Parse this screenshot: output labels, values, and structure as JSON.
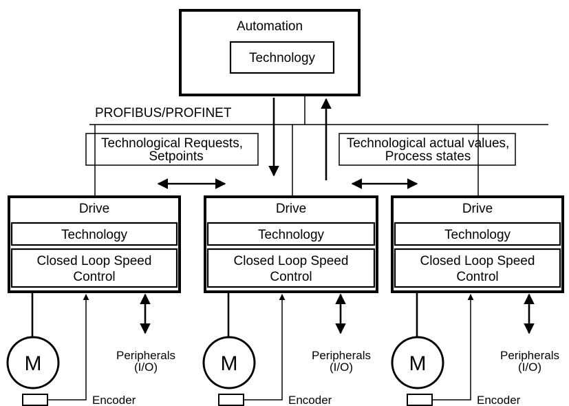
{
  "automation": {
    "title": "Automation",
    "technology": "Technology"
  },
  "bus": {
    "label": "PROFIBUS/PROFINET"
  },
  "requests": {
    "line1": "Technological Requests,",
    "line2": "Setpoints"
  },
  "actuals": {
    "line1": "Technological actual values,",
    "line2": "Process states"
  },
  "drives": [
    {
      "title": "Drive",
      "technology": "Technology",
      "control_line1": "Closed Loop Speed",
      "control_line2": "Control",
      "motor": "M",
      "peripherals_line1": "Peripherals",
      "peripherals_line2": "(I/O)",
      "encoder": "Encoder"
    },
    {
      "title": "Drive",
      "technology": "Technology",
      "control_line1": "Closed Loop Speed",
      "control_line2": "Control",
      "motor": "M",
      "peripherals_line1": "Peripherals",
      "peripherals_line2": "(I/O)",
      "encoder": "Encoder"
    },
    {
      "title": "Drive",
      "technology": "Technology",
      "control_line1": "Closed Loop Speed",
      "control_line2": "Control",
      "motor": "M",
      "peripherals_line1": "Peripherals",
      "peripherals_line2": "(I/O)",
      "encoder": "Encoder"
    }
  ]
}
